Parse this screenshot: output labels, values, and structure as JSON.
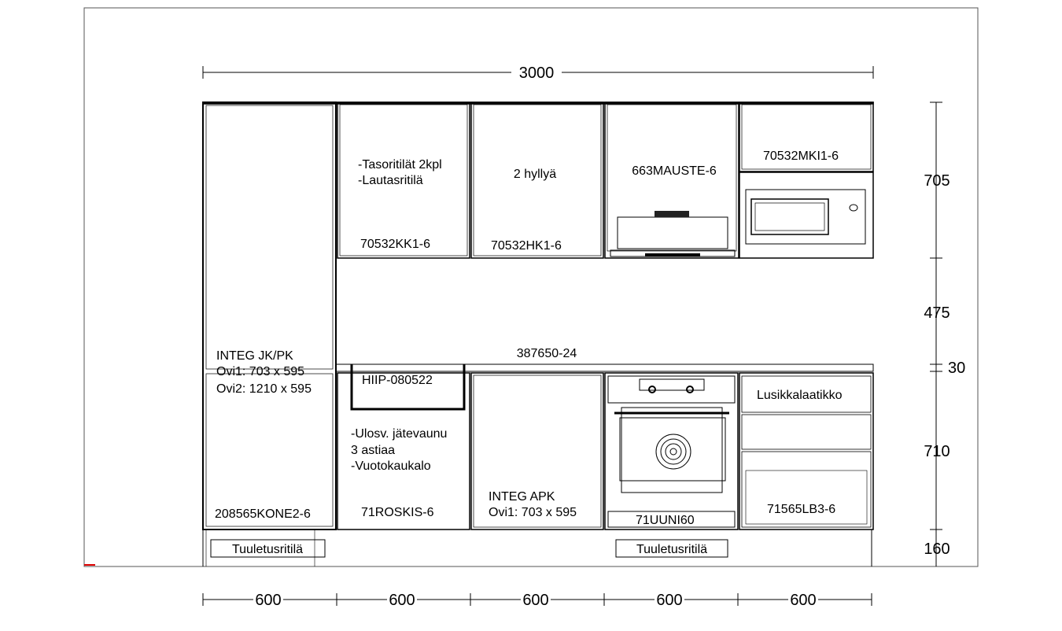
{
  "dimensions": {
    "total_width": "3000",
    "right": [
      "705",
      "475",
      "30",
      "710",
      "160"
    ],
    "bottom": [
      "600",
      "600",
      "600",
      "600",
      "600"
    ]
  },
  "upper_cabinets": {
    "kk_notes": [
      "-Tasoritilät 2kpl",
      "-Lautasritilä"
    ],
    "kk_code": "70532KK1-6",
    "hk_note": "2 hyllyä",
    "hk_code": "70532HK1-6",
    "mauste_code": "663MAUSTE-6",
    "mki_code": "70532MKI1-6"
  },
  "tall_cabinet": {
    "lines": [
      "INTEG JK/PK",
      "Ovi1: 703 x 595",
      "Ovi2: 1210 x 595"
    ],
    "code": "208565KONE2-6"
  },
  "worktop_code": "387650-24",
  "base_cabinets": {
    "sink_code": "HIIP-080522",
    "roskis_notes": [
      "-Ulosv. jätevaunu",
      "3 astiaa",
      "-Vuotokaukalo"
    ],
    "roskis_code": "71ROSKIS-6",
    "apk_lines": [
      "INTEG APK",
      "Ovi1: 703 x 595"
    ],
    "oven_code": "71UUNI60",
    "drawer_top": "Lusikkalaatikko",
    "drawer_code": "71565LB3-6"
  },
  "plinth": {
    "vent_left": "Tuuletusritilä",
    "vent_right": "Tuuletusritilä"
  }
}
